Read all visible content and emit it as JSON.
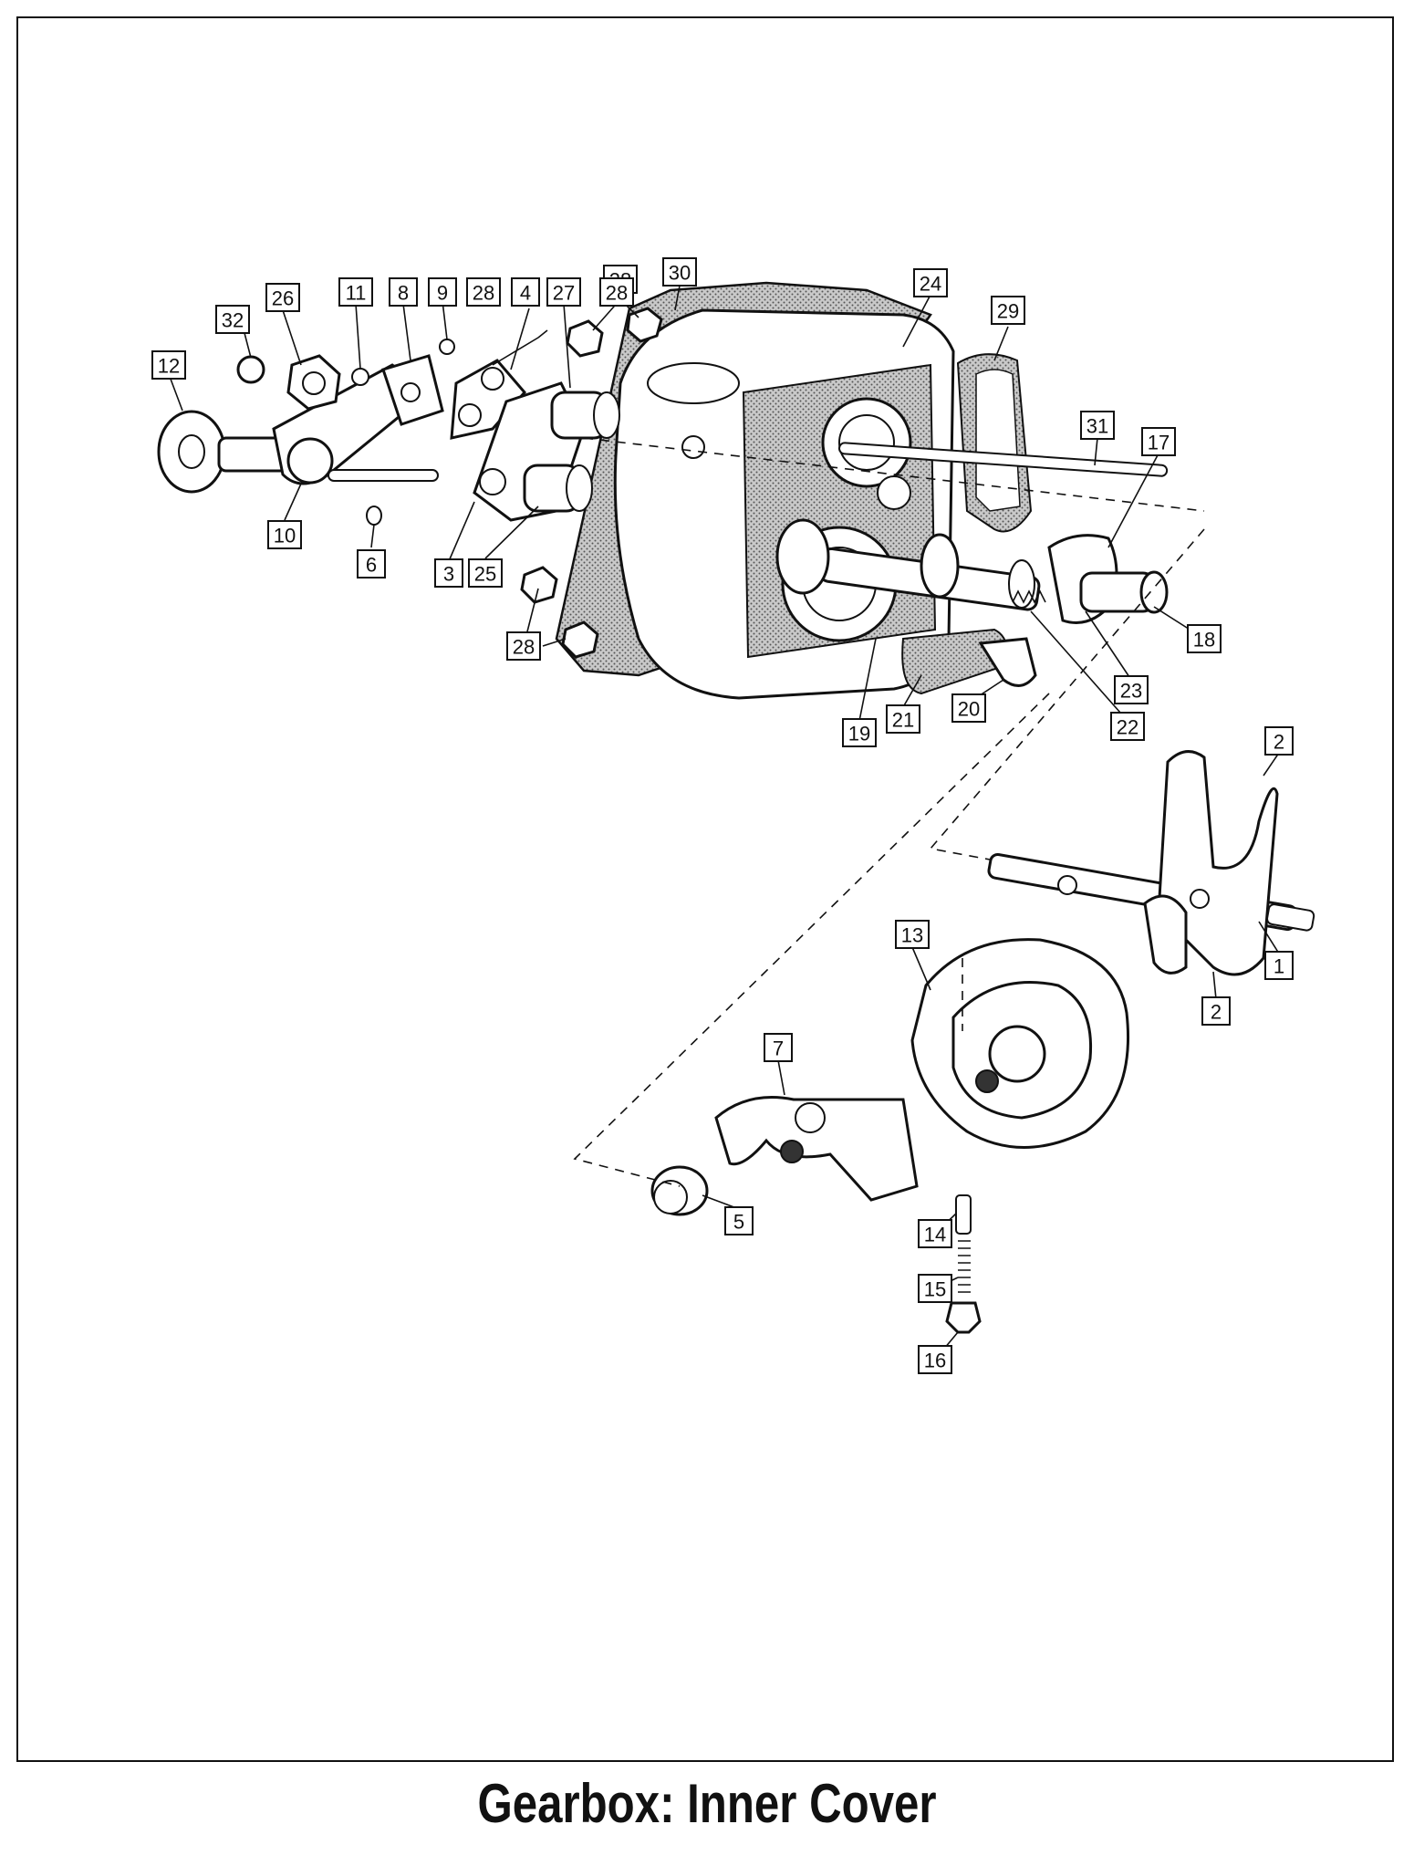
{
  "caption": "Gearbox: Inner Cover",
  "callouts": [
    "1",
    "2",
    "2",
    "3",
    "4",
    "5",
    "6",
    "7",
    "8",
    "9",
    "10",
    "11",
    "12",
    "13",
    "14",
    "15",
    "16",
    "17",
    "18",
    "19",
    "20",
    "21",
    "22",
    "23",
    "24",
    "25",
    "26",
    "27",
    "28",
    "28",
    "28",
    "28",
    "29",
    "30",
    "31",
    "32"
  ]
}
